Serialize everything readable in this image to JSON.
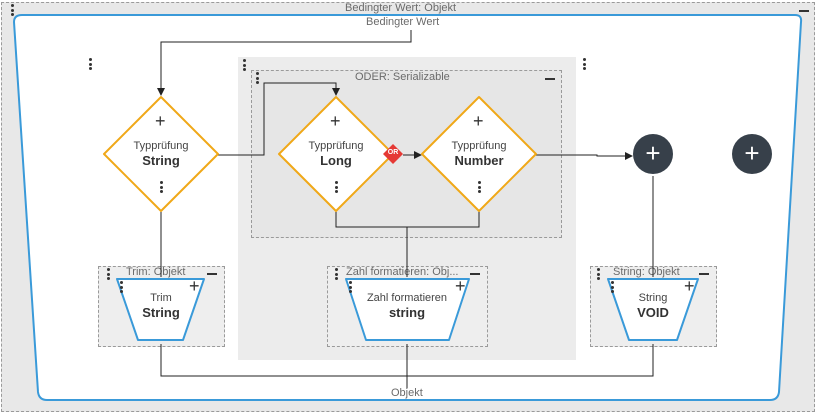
{
  "outer": {
    "title": "Bedingter Wert: Objekt",
    "inner_label": "Bedingter Wert",
    "bottom_label": "Objekt"
  },
  "oder_group": {
    "title": "ODER: Serializable"
  },
  "nodes": {
    "check_string": {
      "label": "Typprüfung",
      "type": "String"
    },
    "check_long": {
      "label": "Typprüfung",
      "type": "Long"
    },
    "check_number": {
      "label": "Typprüfung",
      "type": "Number"
    },
    "or_badge": "OR"
  },
  "transforms": {
    "trim": {
      "group_title": "Trim: Objekt",
      "label": "Trim",
      "type": "String"
    },
    "zahl": {
      "group_title": "Zahl formatieren: Obj...",
      "label": "Zahl formatieren",
      "type": "string"
    },
    "string_void": {
      "group_title": "String: Objekt",
      "label": "String",
      "type": "VOID"
    }
  },
  "colors": {
    "condition": "#f0a818",
    "transform": "#3a9ad9",
    "or": "#e53935",
    "dark_button": "#37404a"
  }
}
